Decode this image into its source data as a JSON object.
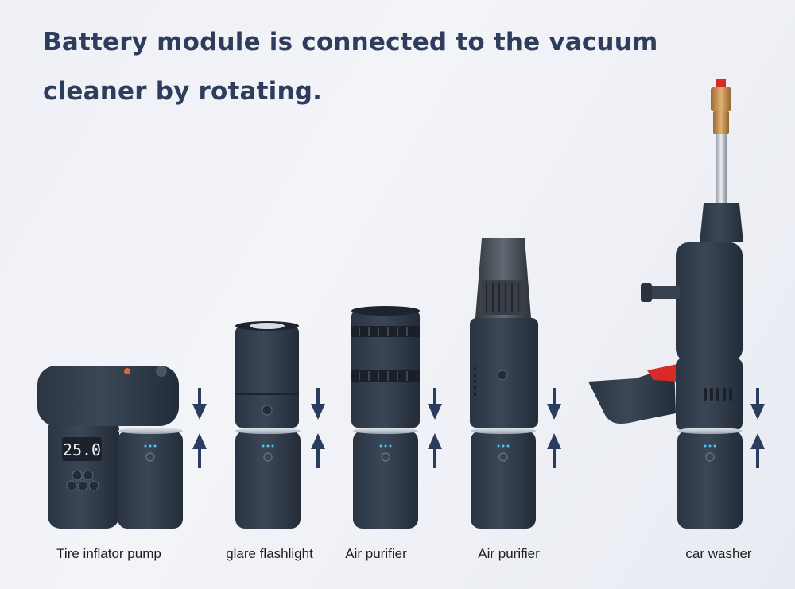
{
  "headline": {
    "line1": "Battery module is connected to the vacuum",
    "line2": "cleaner by rotating."
  },
  "pump_display": "25.0",
  "captions": [
    "Tire inflator pump",
    "glare flashlight",
    "Air purifier",
    "Air purifier",
    "car washer"
  ],
  "colors": {
    "headline": "#2e3d5c",
    "arrow": "#2b3d5e",
    "device_body": "#2f3a4a",
    "battery_led": "#4fc3f7",
    "trigger": "#d92a2a",
    "brass": "#c79352"
  },
  "icons": [
    "arrow-down-icon",
    "arrow-up-icon",
    "power-icon"
  ]
}
